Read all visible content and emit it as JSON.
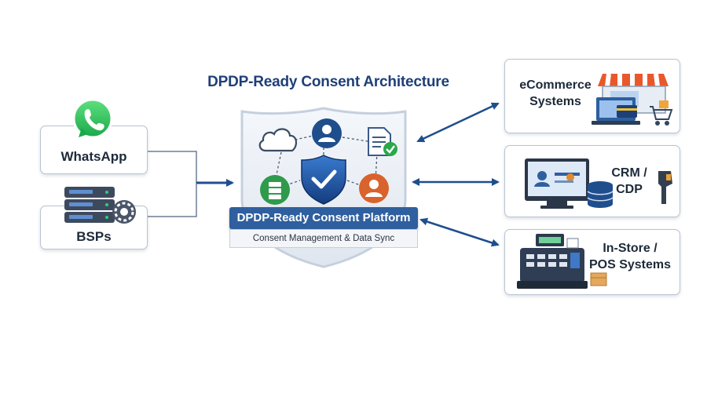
{
  "title": "DPDP-Ready Consent Architecture",
  "sources": [
    {
      "label": "WhatsApp",
      "icon": "whatsapp-icon"
    },
    {
      "label": "BSPs",
      "icon": "server-gear-icon"
    }
  ],
  "platform": {
    "name": "DPDP-Ready Consent Platform",
    "subtitle": "Consent Management & Data Sync",
    "icons": [
      "cloud-icon",
      "user-icon",
      "document-check-icon",
      "database-icon",
      "shield-check-icon",
      "person-icon"
    ]
  },
  "targets": [
    {
      "label_line1": "eCommerce",
      "label_line2": "Systems",
      "icon": "storefront-icon"
    },
    {
      "label_line1": "CRM /",
      "label_line2": "CDP",
      "icon": "crm-monitor-icon"
    },
    {
      "label_line1": "In-Store /",
      "label_line2": "POS Systems",
      "icon": "pos-register-icon"
    }
  ],
  "colors": {
    "arrow": "#1f4e8c",
    "band": "#2f5f9e",
    "title": "#1f3f78",
    "whatsapp": "#25d366"
  }
}
